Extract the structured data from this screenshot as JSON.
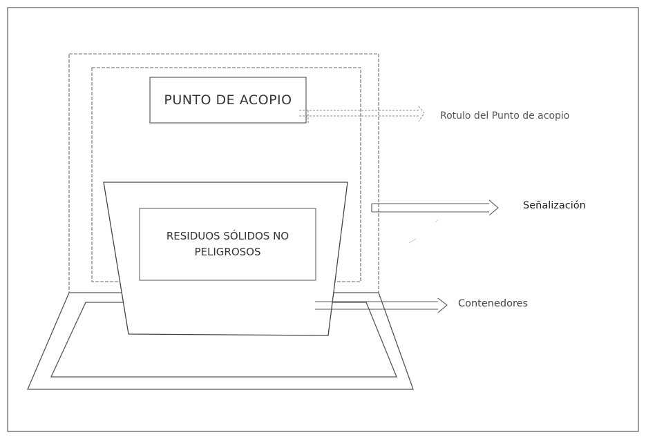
{
  "sign": {
    "title": "PUNTO DE ACOPIO"
  },
  "container": {
    "line1": "RESIDUOS SÓLIDOS NO",
    "line2": "PELIGROSOS"
  },
  "callouts": {
    "rotulo": "Rotulo del Punto de acopio",
    "senalizacion": "Señalización",
    "contenedores": "Contenedores"
  },
  "colors": {
    "stroke": "#6a6a6a",
    "dashed": "#9a9a9a",
    "text": "#333333"
  }
}
